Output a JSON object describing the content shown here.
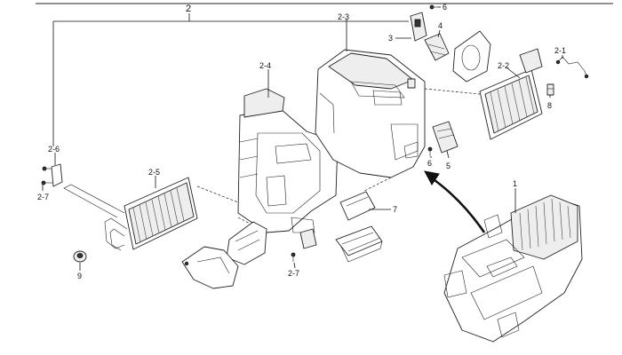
{
  "labels": {
    "assembly_top": "2",
    "l_2_1": "2-1",
    "l_2_2": "2-2",
    "l_2_3": "2-3",
    "l_2_4": "2-4",
    "l_2_5": "2-5",
    "l_2_6": "2-6",
    "l_2_7_left": "2-7",
    "l_2_7_bottom": "2-7",
    "l_1": "1",
    "l_3": "3",
    "l_4": "4",
    "l_5": "5",
    "l_6_top": "6",
    "l_6_mid": "6",
    "l_7": "7",
    "l_8": "8",
    "l_9": "9"
  }
}
